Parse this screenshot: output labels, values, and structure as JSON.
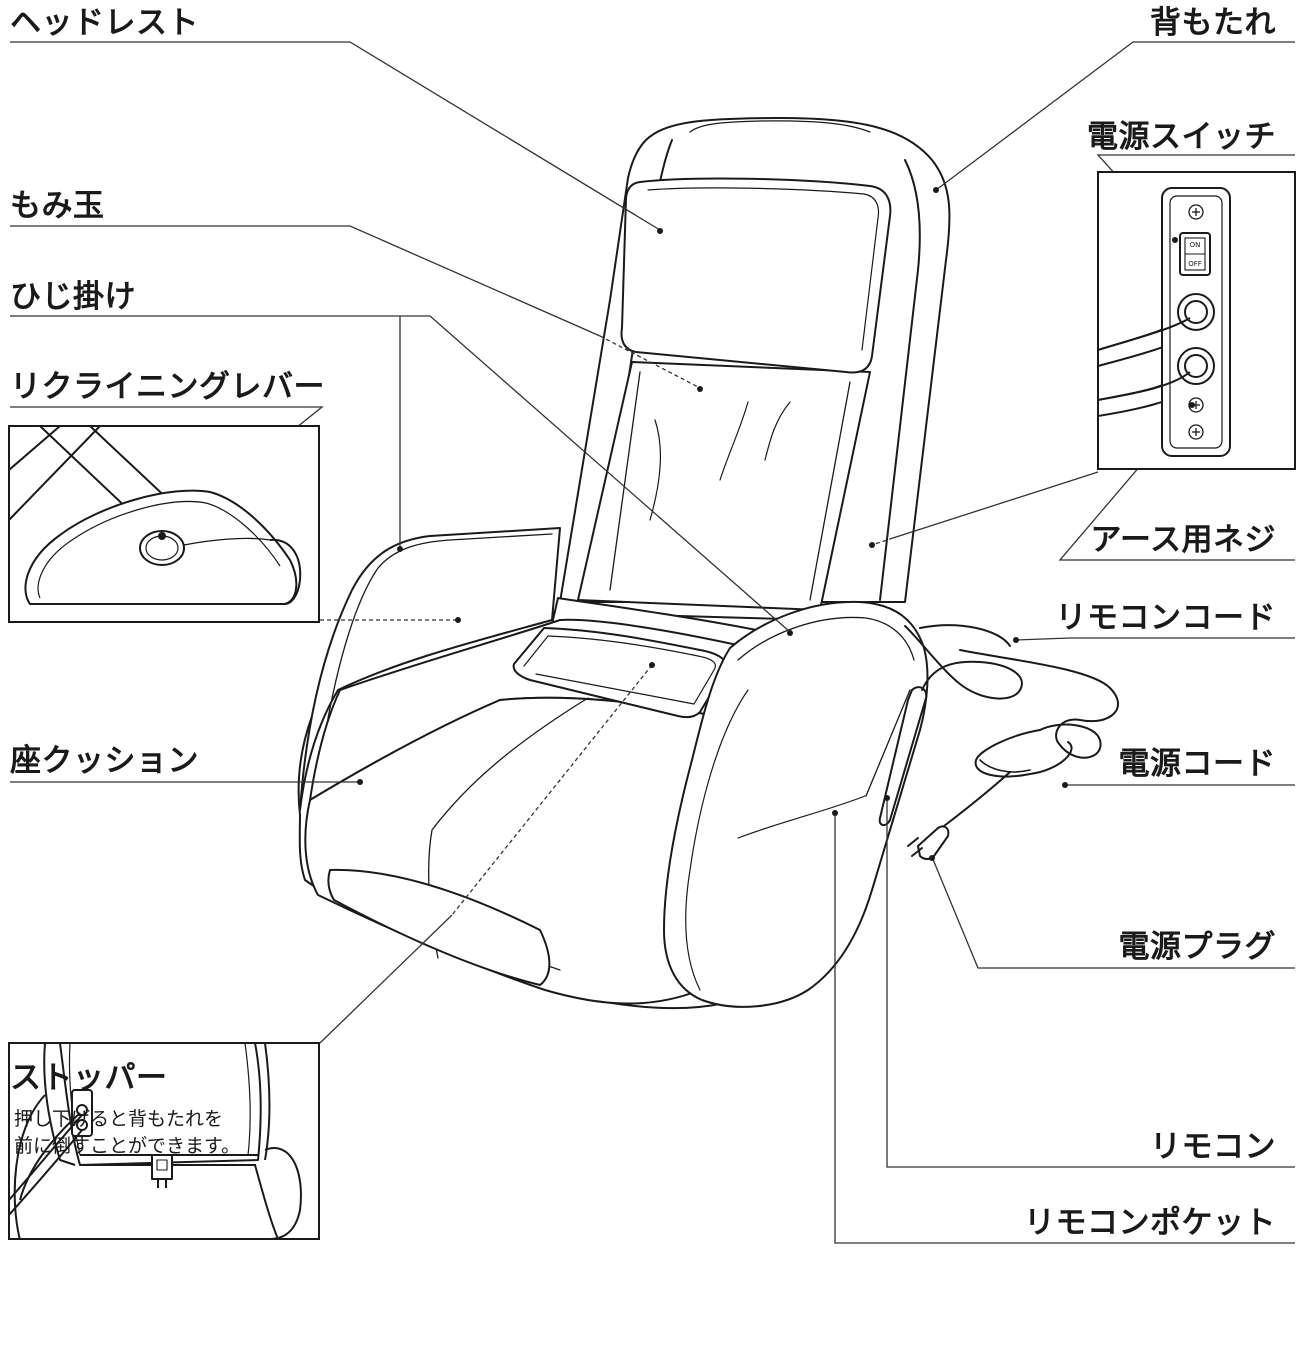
{
  "labels": {
    "headrest": "ヘッドレスト",
    "massage_balls": "もみ玉",
    "armrest": "ひじ掛け",
    "recline_lever": "リクライニングレバー",
    "seat_cushion": "座クッション",
    "stopper": "ストッパー",
    "backrest": "背もたれ",
    "power_switch": "電源スイッチ",
    "earth_screw": "アース用ネジ",
    "remote_cord": "リモコンコード",
    "power_cord": "電源コード",
    "power_plug": "電源プラグ",
    "remote": "リモコン",
    "remote_pocket": "リモコンポケット"
  },
  "stopper_note": {
    "line1": "押し下げると背もたれを",
    "line2": "前に倒すことができます。"
  },
  "switch_panel": {
    "on_label": "ON",
    "off_label": "OFF"
  }
}
